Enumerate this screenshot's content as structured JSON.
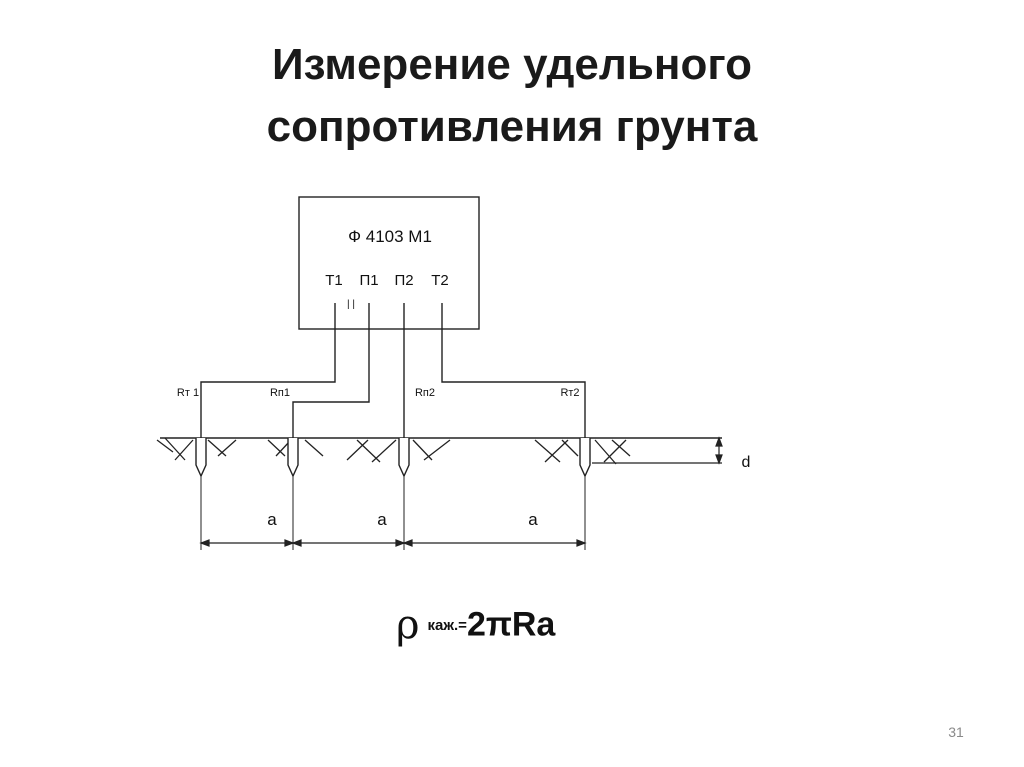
{
  "slide": {
    "title_line1": "Измерение удельного",
    "title_line2": "сопротивления грунта",
    "page_number": "31"
  },
  "instrument": {
    "model": "Ф 4103 М1",
    "terminals": [
      "Т1",
      "П1",
      "П2",
      "Т2"
    ],
    "mark": "| |"
  },
  "electrodes": {
    "labels": [
      "Rт 1",
      "Rп1",
      "Rп2",
      "Rт2"
    ]
  },
  "dimensions": {
    "spacing_labels": [
      "a",
      "a",
      "a"
    ],
    "depth_label": "d"
  },
  "formula": {
    "symbol": "ρ",
    "subscript": "каж.=",
    "expression": "2πRa"
  }
}
